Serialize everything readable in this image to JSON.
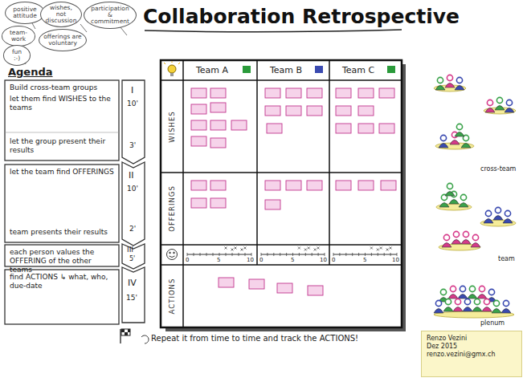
{
  "diagram": {
    "title": "Collaboration Retrospective",
    "nodes": [
      {
        "text": [
          "positive attitude"
        ]
      },
      {
        "text": [
          "team-work"
        ]
      },
      {
        "text": [
          "wishes, not discussion"
        ]
      },
      {
        "text": [
          "participation & commitment"
        ]
      },
      {
        "text": [
          "offerings are voluntary"
        ]
      },
      {
        "text": [
          "fun :-)"
        ]
      },
      {
        "text": [
          "Build cross-team groups",
          "let them find WISHES to the teams",
          "let the group present their results"
        ]
      },
      {
        "text": [
          "let the team find OFFERINGS",
          "team presents their results"
        ]
      },
      {
        "text": [
          "each person values the OFFERING of the other teams"
        ]
      },
      {
        "text": [
          "find ACTIONS ↳ what, who, due-date"
        ]
      },
      {
        "text": [
          "Team A"
        ]
      },
      {
        "text": [
          "Team B"
        ]
      },
      {
        "text": [
          "Team C"
        ]
      },
      {
        "text": [
          "WISHES"
        ]
      },
      {
        "text": [
          "OFFERINGS"
        ]
      },
      {
        "text": [
          "ACTIONS"
        ]
      },
      {
        "text": [
          "Renzo Vezini",
          "Dez 2015",
          "renzo.vezini@gmx.ch"
        ]
      }
    ],
    "labels": [
      "Agenda",
      "I",
      "10'",
      "3'",
      "II",
      "10'",
      "2'",
      "III",
      "5'",
      "IV",
      "15'",
      "0",
      "5",
      "10",
      "0",
      "5",
      "10",
      "0",
      "5",
      "10",
      "Repeat it from time to time and track the ACTIONS!",
      "cross-team",
      "team",
      "plenum"
    ]
  }
}
